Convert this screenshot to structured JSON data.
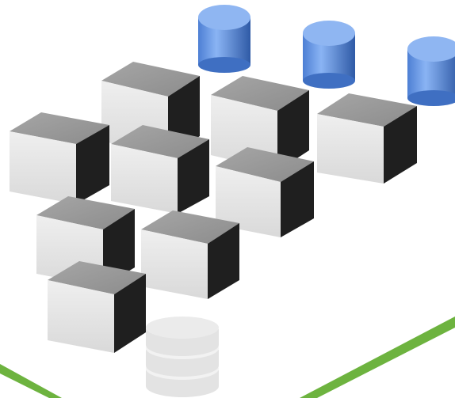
{
  "scene": {
    "background_color": "#ffffff",
    "cube_colors": {
      "top": "#9a9a9a",
      "front": "#e6e6e6",
      "side": "#1f1f1f"
    },
    "blue_cylinder_colors": {
      "body_light": "#7aa8ee",
      "body_dark": "#3f6fc2",
      "top": "#8fb6f2",
      "edge": "#2f5aa6"
    },
    "ghost_disk_color": "#e3e3e3",
    "green_line_color": "#6db33f",
    "counts": {
      "cubes": 9,
      "blue_cylinders": 3,
      "ghost_database": 1,
      "green_lines": 2
    },
    "icons": [
      "cube-icon",
      "database-cylinder-icon",
      "ghost-database-icon",
      "green-line"
    ]
  }
}
